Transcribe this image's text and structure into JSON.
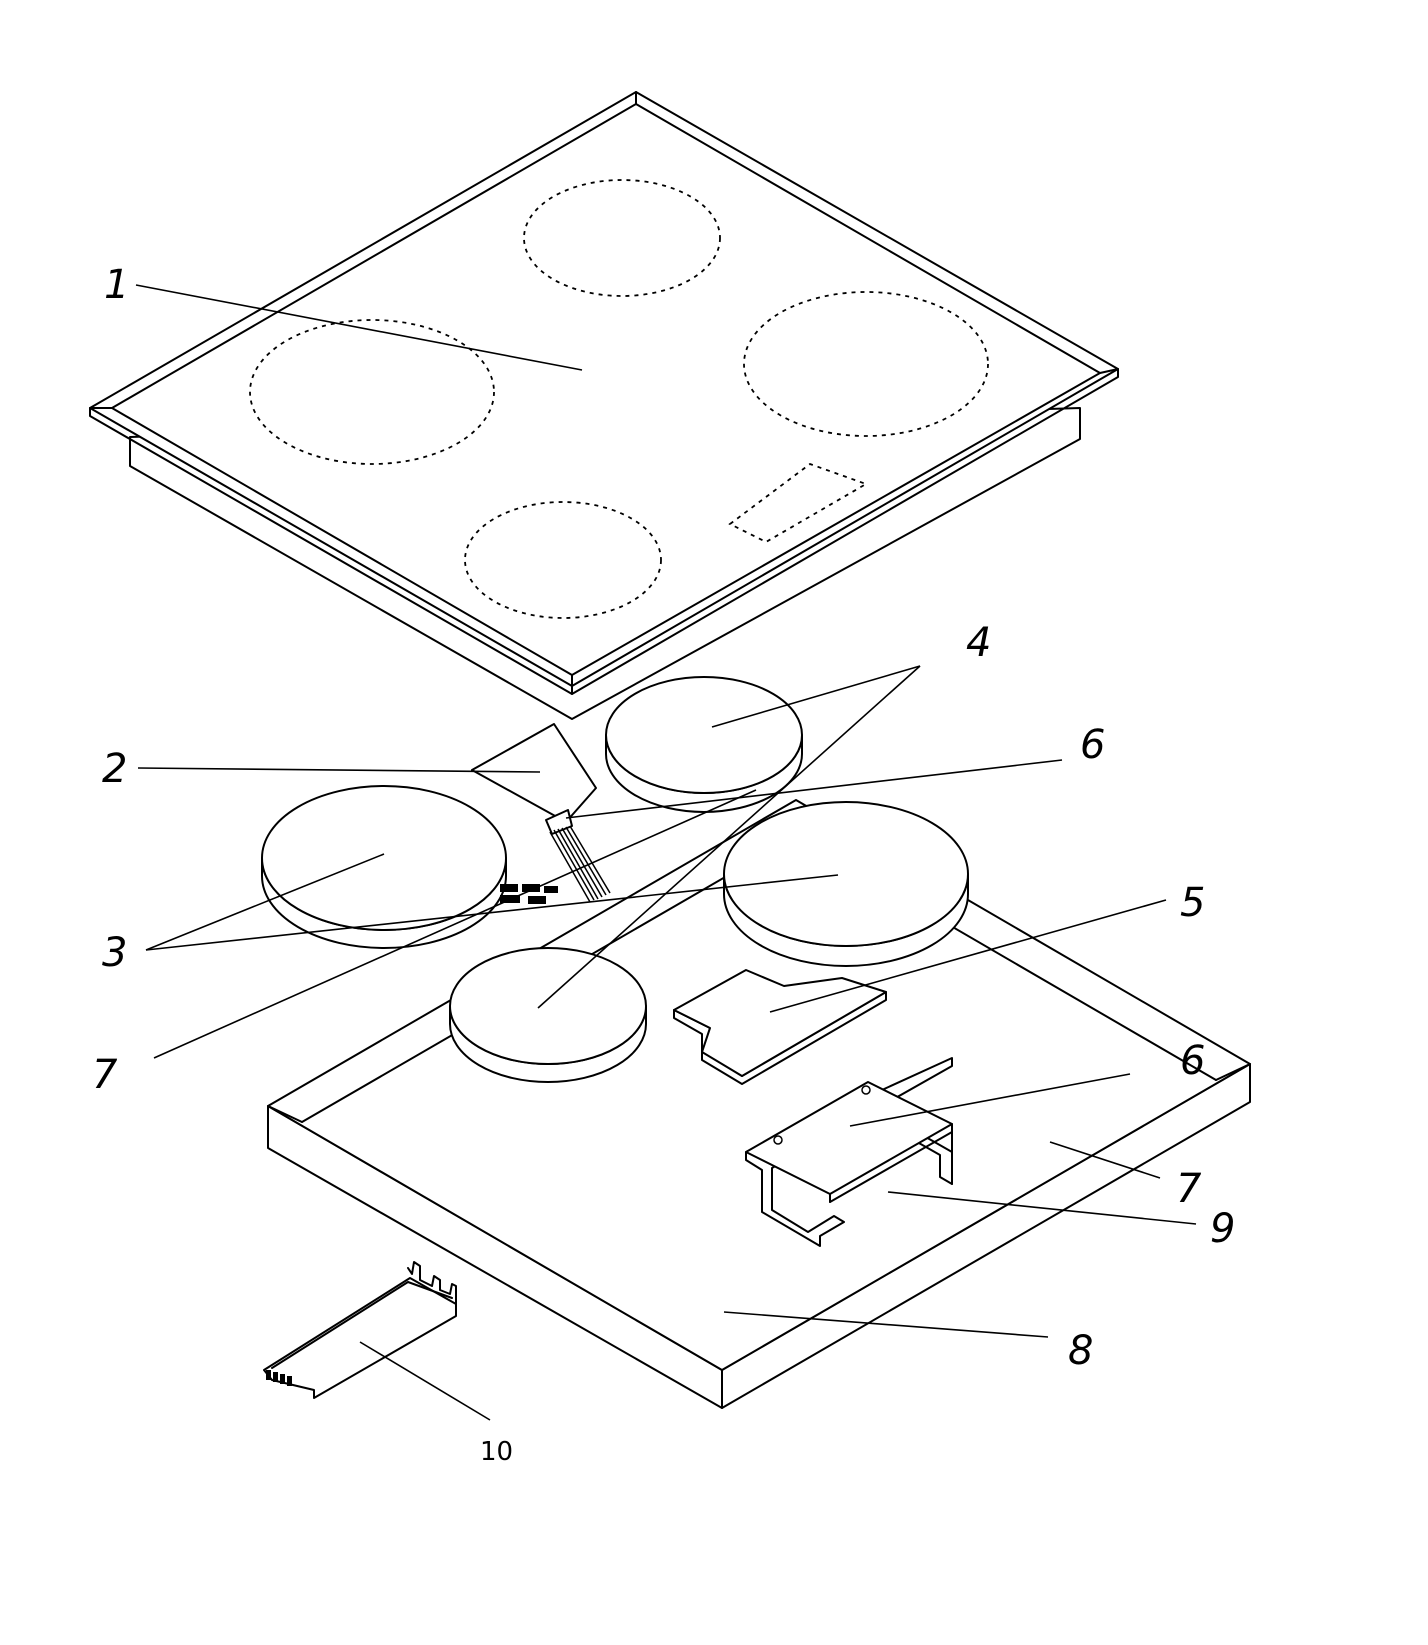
{
  "callouts": {
    "c1": "1",
    "c2": "2",
    "c3": "3",
    "c4": "4",
    "c5": "5",
    "c6a": "6",
    "c6b": "6",
    "c7a": "7",
    "c7b": "7",
    "c8": "8",
    "c9": "9",
    "c10": "10"
  }
}
